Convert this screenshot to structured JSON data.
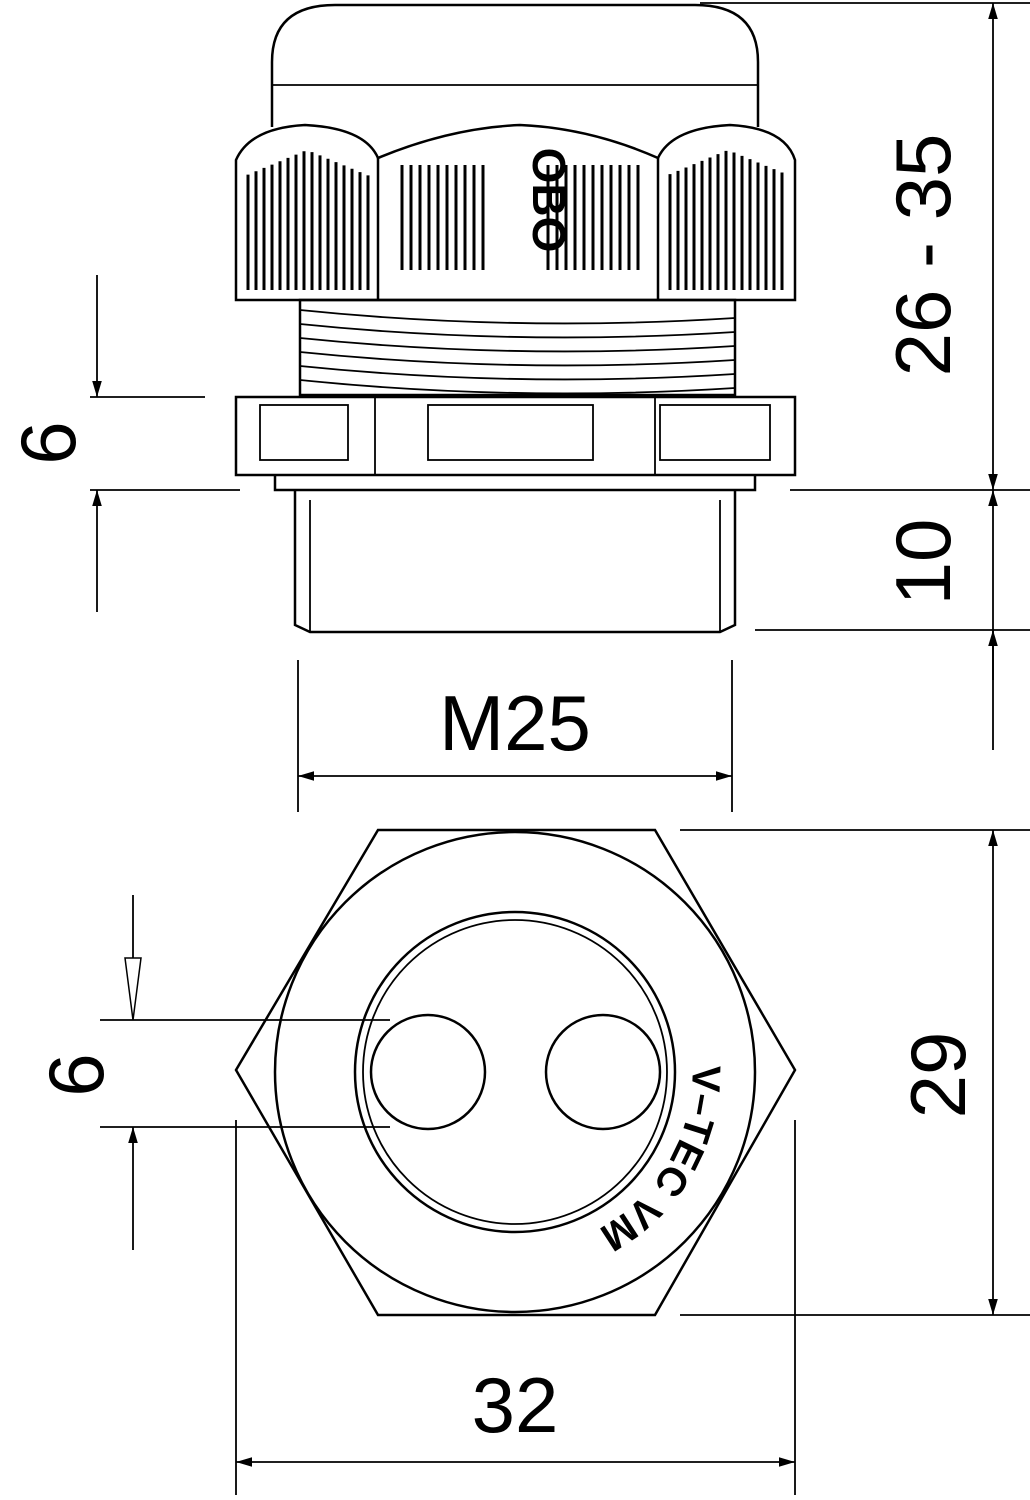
{
  "side_view": {
    "brand_marking": "OBO",
    "dim_height_range": "26 - 35",
    "dim_thread_length": "10",
    "dim_flange_height": "6",
    "dim_thread_size": "M25"
  },
  "bottom_view": {
    "insert_marking": "V–TEC VM",
    "dim_hole_diameter": "6",
    "dim_across_flats": "29",
    "dim_across_corners": "32"
  }
}
